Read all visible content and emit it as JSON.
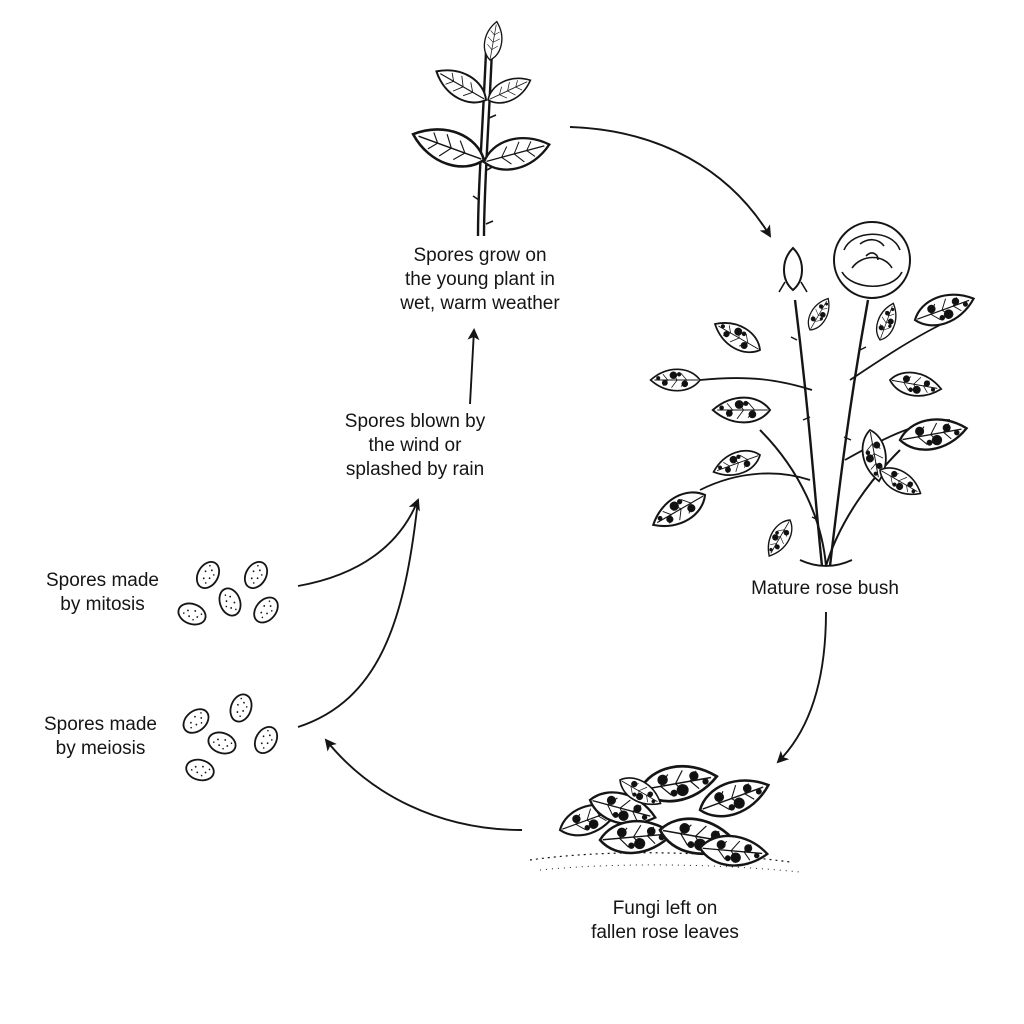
{
  "labels": {
    "young_plant": [
      "Spores grow on",
      "the young plant in",
      "wet, warm weather"
    ],
    "mature_bush": [
      "Mature rose bush"
    ],
    "fallen_leaves": [
      "Fungi left on",
      "fallen rose leaves"
    ],
    "wind_rain": [
      "Spores blown by",
      "the wind or",
      "splashed by rain"
    ],
    "mitosis": [
      "Spores made",
      "by mitosis"
    ],
    "meiosis": [
      "Spores made",
      "by meiosis"
    ]
  },
  "colors": {
    "ink": "#151515",
    "background": "#ffffff",
    "spot": "#111111"
  }
}
